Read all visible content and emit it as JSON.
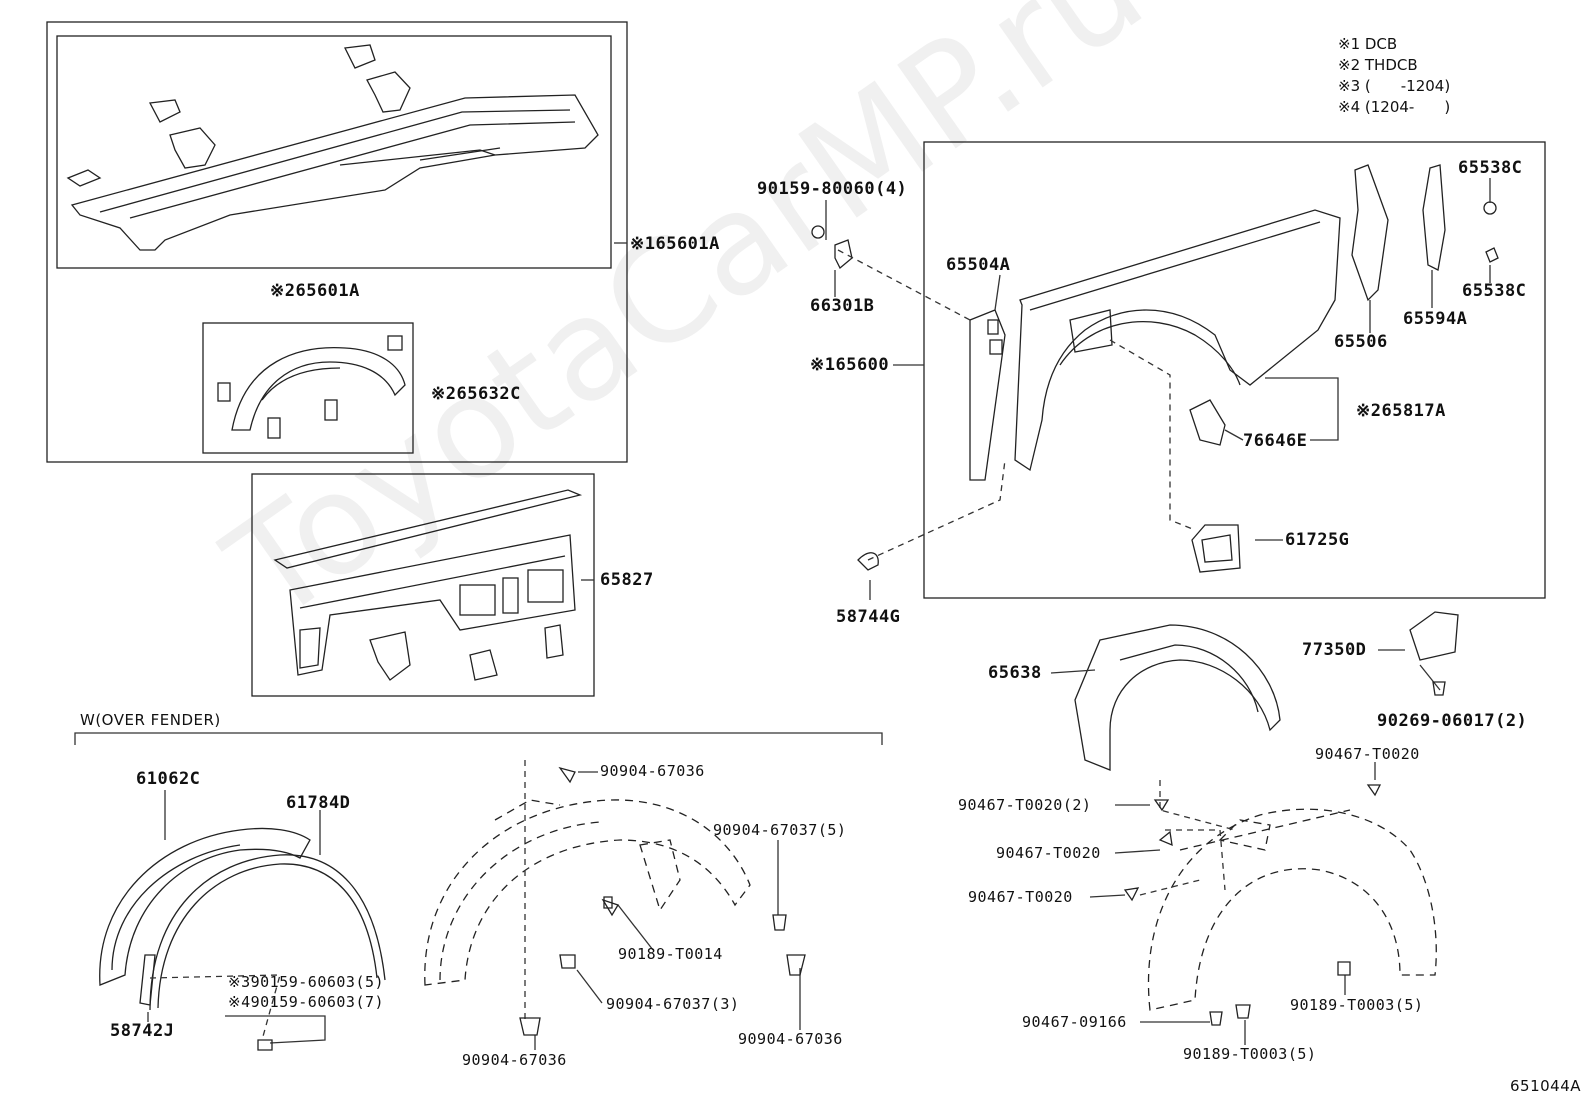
{
  "notes": [
    "※1 DCB",
    "※2 THDCB",
    "※3 (　　-1204)",
    "※4 (1204-　　)"
  ],
  "watermark": "ToyotaCarMP.ru",
  "diagram_id": "651044A",
  "section_title": "W(OVER FENDER)",
  "labels": {
    "p65601A_1": "※165601A",
    "p65601A_2": "※265601A",
    "p65632C": "※265632C",
    "p65827": "65827",
    "p90159_80060": "90159-80060(4)",
    "p66301B": "66301B",
    "p65504A": "65504A",
    "p65600": "※165600",
    "p58744G": "58744G",
    "p65538C_a": "65538C",
    "p65538C_b": "65538C",
    "p65506": "65506",
    "p65594A": "65594A",
    "p65817A": "※265817A",
    "p76646E": "76646E",
    "p61725G": "61725G",
    "p77350D": "77350D",
    "p90269": "90269-06017(2)",
    "p65638": "65638",
    "p61062C": "61062C",
    "p61784D": "61784D",
    "p58742J": "58742J",
    "p90159_3": "※390159-60603(5)",
    "p90159_4": "※490159-60603(7)",
    "p90904_67036_a": "90904-67036",
    "p90904_67037_5": "90904-67037(5)",
    "p90189_T0014": "90189-T0014",
    "p90904_67037_3": "90904-67037(3)",
    "p90904_67036_b": "90904-67036",
    "p90904_67036_c": "90904-67036",
    "p90467_T0020_a": "90467-T0020",
    "p90467_T0020_2": "90467-T0020(2)",
    "p90467_T0020_b": "90467-T0020",
    "p90467_T0020_c": "90467-T0020",
    "p90467_09166": "90467-09166",
    "p90189_T0003_5a": "90189-T0003(5)",
    "p90189_T0003_5b": "90189-T0003(5)"
  }
}
